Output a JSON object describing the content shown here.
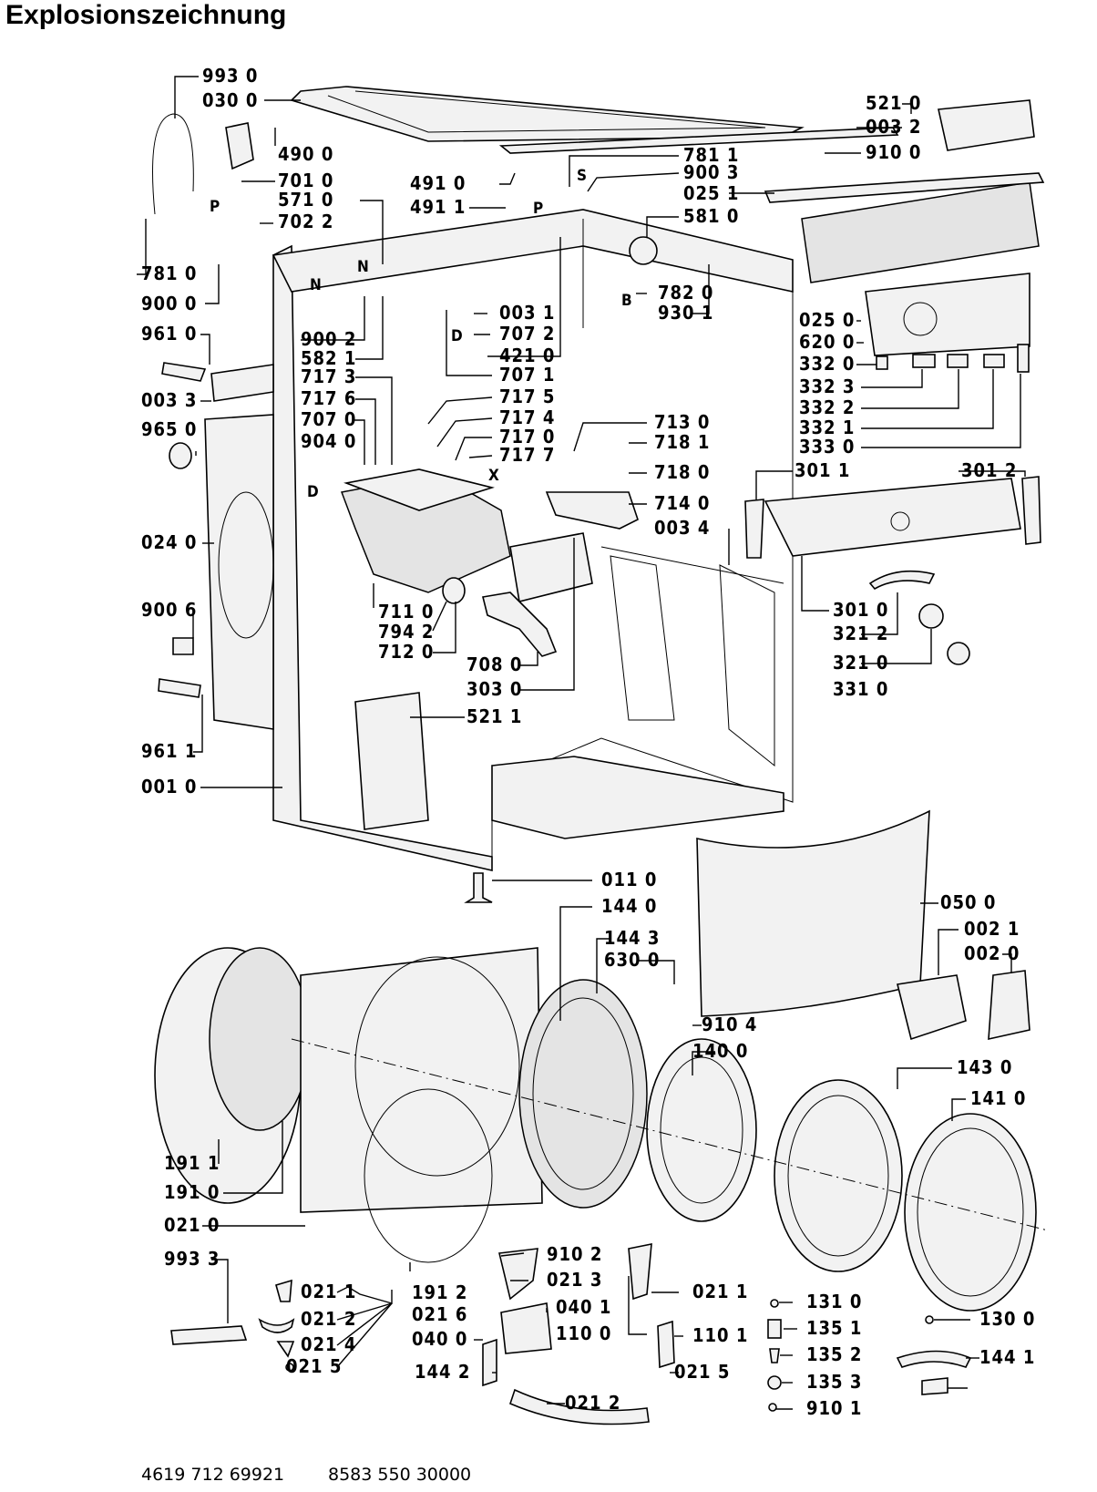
{
  "title": "Explosionszeichnung",
  "footer": {
    "doc_code": "4619 712 69921",
    "part_number": "8583 550 30000"
  },
  "letters": [
    "P",
    "N",
    "N",
    "P",
    "S",
    "D",
    "B",
    "D",
    "X"
  ],
  "labels": [
    "993 0",
    "030 0",
    "490 0",
    "701 0",
    "571 0",
    "702 2",
    "781 0",
    "900 0",
    "961 0",
    "003 3",
    "965 0",
    "024 0",
    "900 6",
    "961 1",
    "001 0",
    "521 0",
    "003 2",
    "910 0",
    "781 1",
    "900 3",
    "491 0",
    "491 1",
    "025 1",
    "581 0",
    "782 0",
    "930 1",
    "003 1",
    "707 2",
    "421 0",
    "707 1",
    "900 2",
    "582 1",
    "717 3",
    "717 6",
    "717 5",
    "707 0",
    "717 4",
    "904 0",
    "717 0",
    "717 7",
    "713 0",
    "718 1",
    "718 0",
    "714 0",
    "003 4",
    "711 0",
    "794 2",
    "712 0",
    "708 0",
    "303 0",
    "521 1",
    "025 0",
    "620 0",
    "332 0",
    "332 3",
    "332 2",
    "332 1",
    "333 0",
    "301 1",
    "301 2",
    "301 0",
    "321 2",
    "321 0",
    "331 0",
    "011 0",
    "144 0",
    "144 3",
    "630 0",
    "910 4",
    "050 0",
    "002 1",
    "002 0",
    "140 0",
    "143 0",
    "141 0",
    "191 1",
    "191 0",
    "021 0",
    "993 3",
    "021 1",
    "021 2",
    "021 4",
    "021 5",
    "191 2",
    "021 6",
    "040 0",
    "021 3",
    "040 1",
    "110 0",
    "144 2",
    "021 2",
    "021 5",
    "021 1",
    "110 1",
    "910 2",
    "131 0",
    "135 1",
    "135 2",
    "135 3",
    "910 1",
    "130 0",
    "144 1"
  ]
}
